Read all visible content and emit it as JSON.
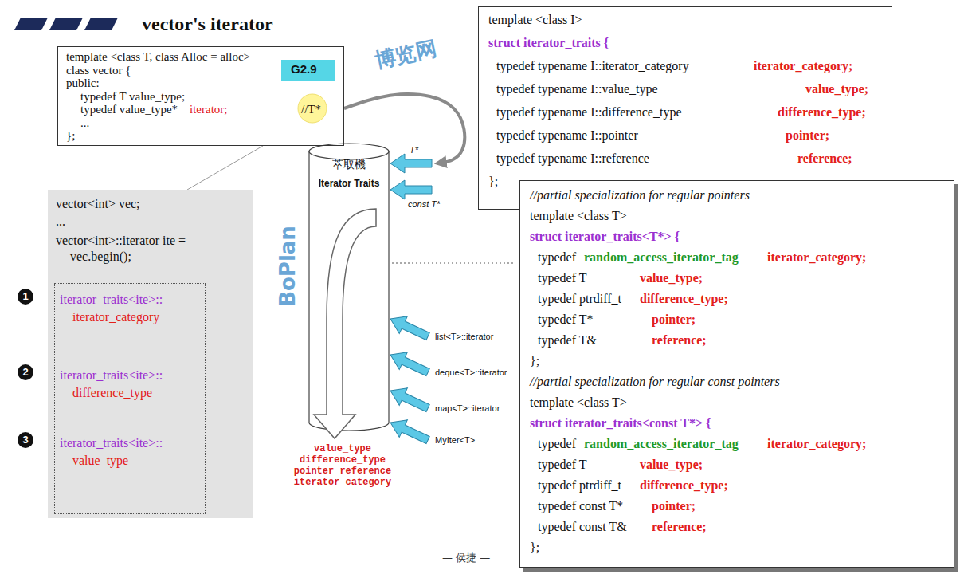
{
  "diagram": {
    "title": "vector's iterator",
    "nodes": [
      {
        "text": [
          "template <class T, class Alloc = alloc>",
          "class vector {",
          "public:",
          "typedef T value_type;",
          "typedef value_type*",
          "iterator;",
          "//T*",
          "...",
          "};"
        ]
      },
      {
        "text": [
          "G2.9"
        ],
        "in": 0
      },
      {
        "text": [
          "vector<int> vec;",
          "...",
          "vector<int>::iterator ite = vec.begin();"
        ]
      },
      {
        "text": [
          "iterator_traits<ite>::",
          "iterator_category",
          "iterator_traits<ite>::",
          "difference_type",
          "iterator_traits<ite>::",
          "value_type"
        ],
        "in": 2
      },
      {
        "text": [
          "template <class I>",
          "struct iterator_traits {",
          "typedef typename I::iterator_category",
          "iterator_category;",
          "typedef typename I::value_type",
          "value_type;",
          "typedef typename I::difference_type",
          "difference_type;",
          "typedef typename I::pointer",
          "pointer;",
          "typedef typename I::reference",
          "reference;",
          "};"
        ]
      },
      {
        "text": [
          "//partial specialization for regular pointers",
          "template <class T>",
          "struct iterator_traits<T*> {",
          "typedef",
          "random_access_iterator_tag",
          "iterator_category;",
          "typedef T",
          "value_type;",
          "typedef ptrdiff_t",
          "difference_type;",
          "typedef T*",
          "pointer;",
          "typedef T&",
          "reference;",
          "};",
          "//partial specialization for regular const pointers",
          "template <class T>",
          "struct iterator_traits<const T*> {",
          "typedef",
          "random_access_iterator_tag",
          "iterator_category;",
          "typedef T",
          "value_type;",
          "typedef ptrdiff_t",
          "difference_type;",
          "typedef const T*",
          "pointer;",
          "typedef const T&",
          "reference;",
          "};"
        ]
      },
      {
        "text": [
          "萃取機",
          "Iterator Traits"
        ]
      }
    ],
    "edges": [
      {
        "from": 0,
        "to": 2,
        "arrow": "none"
      },
      {
        "from": 0,
        "to": 6,
        "arrow": "to"
      }
    ],
    "labels": [
      "1",
      "2",
      "3",
      "T*",
      "const T*",
      "list<T>::iterator",
      "deque<T>::iterator",
      "map<T>::iterator",
      "MyIter<T>",
      "value_type difference_type pointer reference iterator_category",
      "— 侯捷 —",
      "BoPlan",
      "博览网"
    ]
  }
}
